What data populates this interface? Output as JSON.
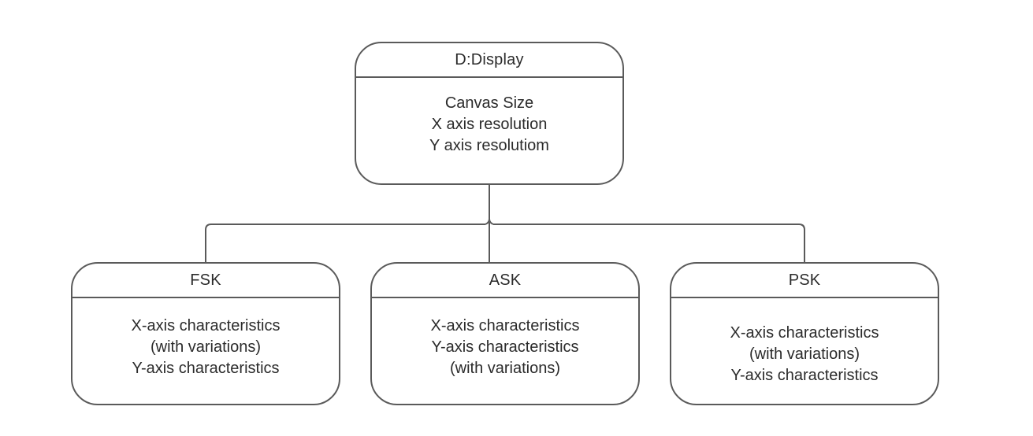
{
  "nodes": {
    "display": {
      "title": "D:Display",
      "lines": [
        "Canvas Size",
        "X axis resolution",
        "Y axis resolutiom"
      ]
    },
    "fsk": {
      "title": "FSK",
      "lines": [
        "X-axis characteristics",
        "(with variations)",
        "Y-axis characteristics"
      ]
    },
    "ask": {
      "title": "ASK",
      "lines": [
        "X-axis characteristics",
        "Y-axis characteristics",
        "(with variations)"
      ]
    },
    "psk": {
      "title": "PSK",
      "lines": [
        "X-axis characteristics",
        "(with variations)",
        "Y-axis characteristics"
      ]
    }
  },
  "edges": [
    {
      "from": "display",
      "to": "fsk"
    },
    {
      "from": "display",
      "to": "ask"
    },
    {
      "from": "display",
      "to": "psk"
    }
  ],
  "colors": {
    "stroke": "#5a5a5a",
    "text": "#2b2b2b",
    "background": "#ffffff"
  }
}
